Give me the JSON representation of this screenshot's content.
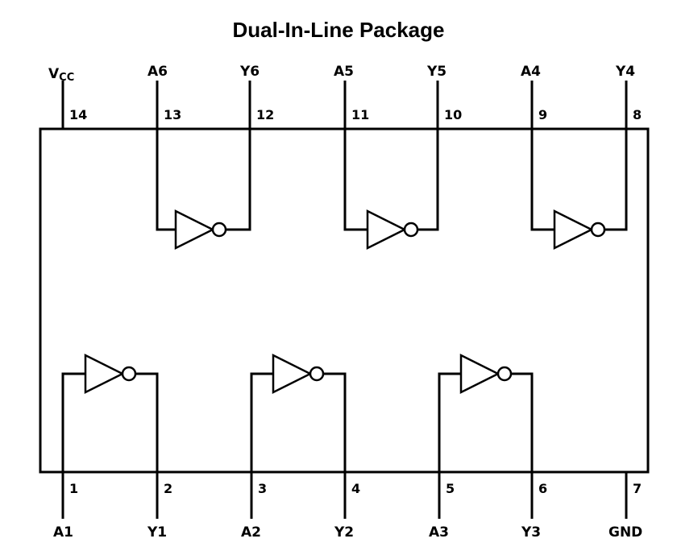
{
  "title": "Dual-In-Line Package",
  "pins": {
    "p1": {
      "number": "1",
      "label": "A1"
    },
    "p2": {
      "number": "2",
      "label": "Y1"
    },
    "p3": {
      "number": "3",
      "label": "A2"
    },
    "p4": {
      "number": "4",
      "label": "Y2"
    },
    "p5": {
      "number": "5",
      "label": "A3"
    },
    "p6": {
      "number": "6",
      "label": "Y3"
    },
    "p7": {
      "number": "7",
      "label": "GND"
    },
    "p8": {
      "number": "8",
      "label": "Y4"
    },
    "p9": {
      "number": "9",
      "label": "A4"
    },
    "p10": {
      "number": "10",
      "label": "Y5"
    },
    "p11": {
      "number": "11",
      "label": "A5"
    },
    "p12": {
      "number": "12",
      "label": "Y6"
    },
    "p13": {
      "number": "13",
      "label": "A6"
    },
    "p14": {
      "number": "14",
      "label_main": "V",
      "label_sub": "CC"
    }
  }
}
